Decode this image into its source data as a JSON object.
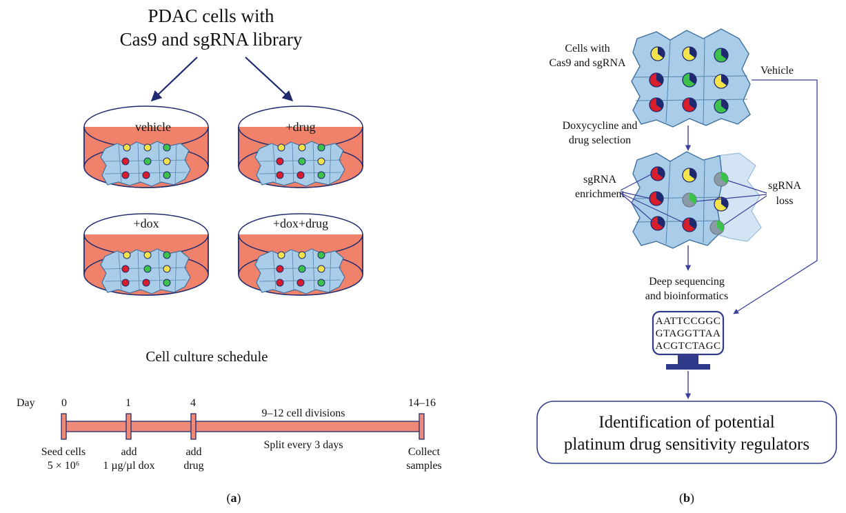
{
  "panel_a": {
    "title_line1": "PDAC cells with",
    "title_line2": "Cas9 and sgRNA library",
    "dishes": [
      "vehicle",
      "+drug",
      "+dox",
      "+dox+drug"
    ],
    "schedule_title": "Cell culture schedule",
    "timeline": {
      "day_label": "Day",
      "days": [
        "0",
        "1",
        "4",
        "14–16"
      ],
      "above_text": "9–12 cell divisions",
      "below_text": "Split every 3 days",
      "steps": [
        {
          "line1": "Seed cells",
          "line2": "5 × 10⁶"
        },
        {
          "line1": "add",
          "line2": "1 µg/µl dox"
        },
        {
          "line1": "add",
          "line2": "drug"
        },
        {
          "line1": "Collect",
          "line2": "samples"
        }
      ]
    },
    "caption_open": "(",
    "caption_letter": "a",
    "caption_close": ")"
  },
  "panel_b": {
    "cells_label_line1": "Cells with",
    "cells_label_line2": "Cas9 and sgRNA",
    "vehicle_label": "Vehicle",
    "selection_line1": "Doxycycline and",
    "selection_line2": "drug selection",
    "enrichment_line1": "sgRNA",
    "enrichment_line2": "enrichment",
    "loss_line1": "sgRNA",
    "loss_line2": "loss",
    "sequencing_line1": "Deep sequencing",
    "sequencing_line2": "and bioinformatics",
    "sequences": [
      "AATTCCGGC",
      "GTAGGTTAA",
      "ACGTCTAGC"
    ],
    "result_line1": "Identification of potential",
    "result_line2": "platinum drug sensitivity regulators",
    "caption_open": "(",
    "caption_letter": "b",
    "caption_close": ")"
  },
  "colors": {
    "navy": "#1f2a6e",
    "dish_fill": "#f0826c",
    "cell_fill": "#a9cde8",
    "cell_stroke": "#3e6f9e",
    "timeline_fill": "#f08a78",
    "nucleus_red": "#d81e2c",
    "nucleus_yellow": "#f2e34a",
    "nucleus_green": "#3cc24a",
    "nucleus_gray": "#8a9aa8",
    "screen_fill": "#2f3a8a"
  }
}
